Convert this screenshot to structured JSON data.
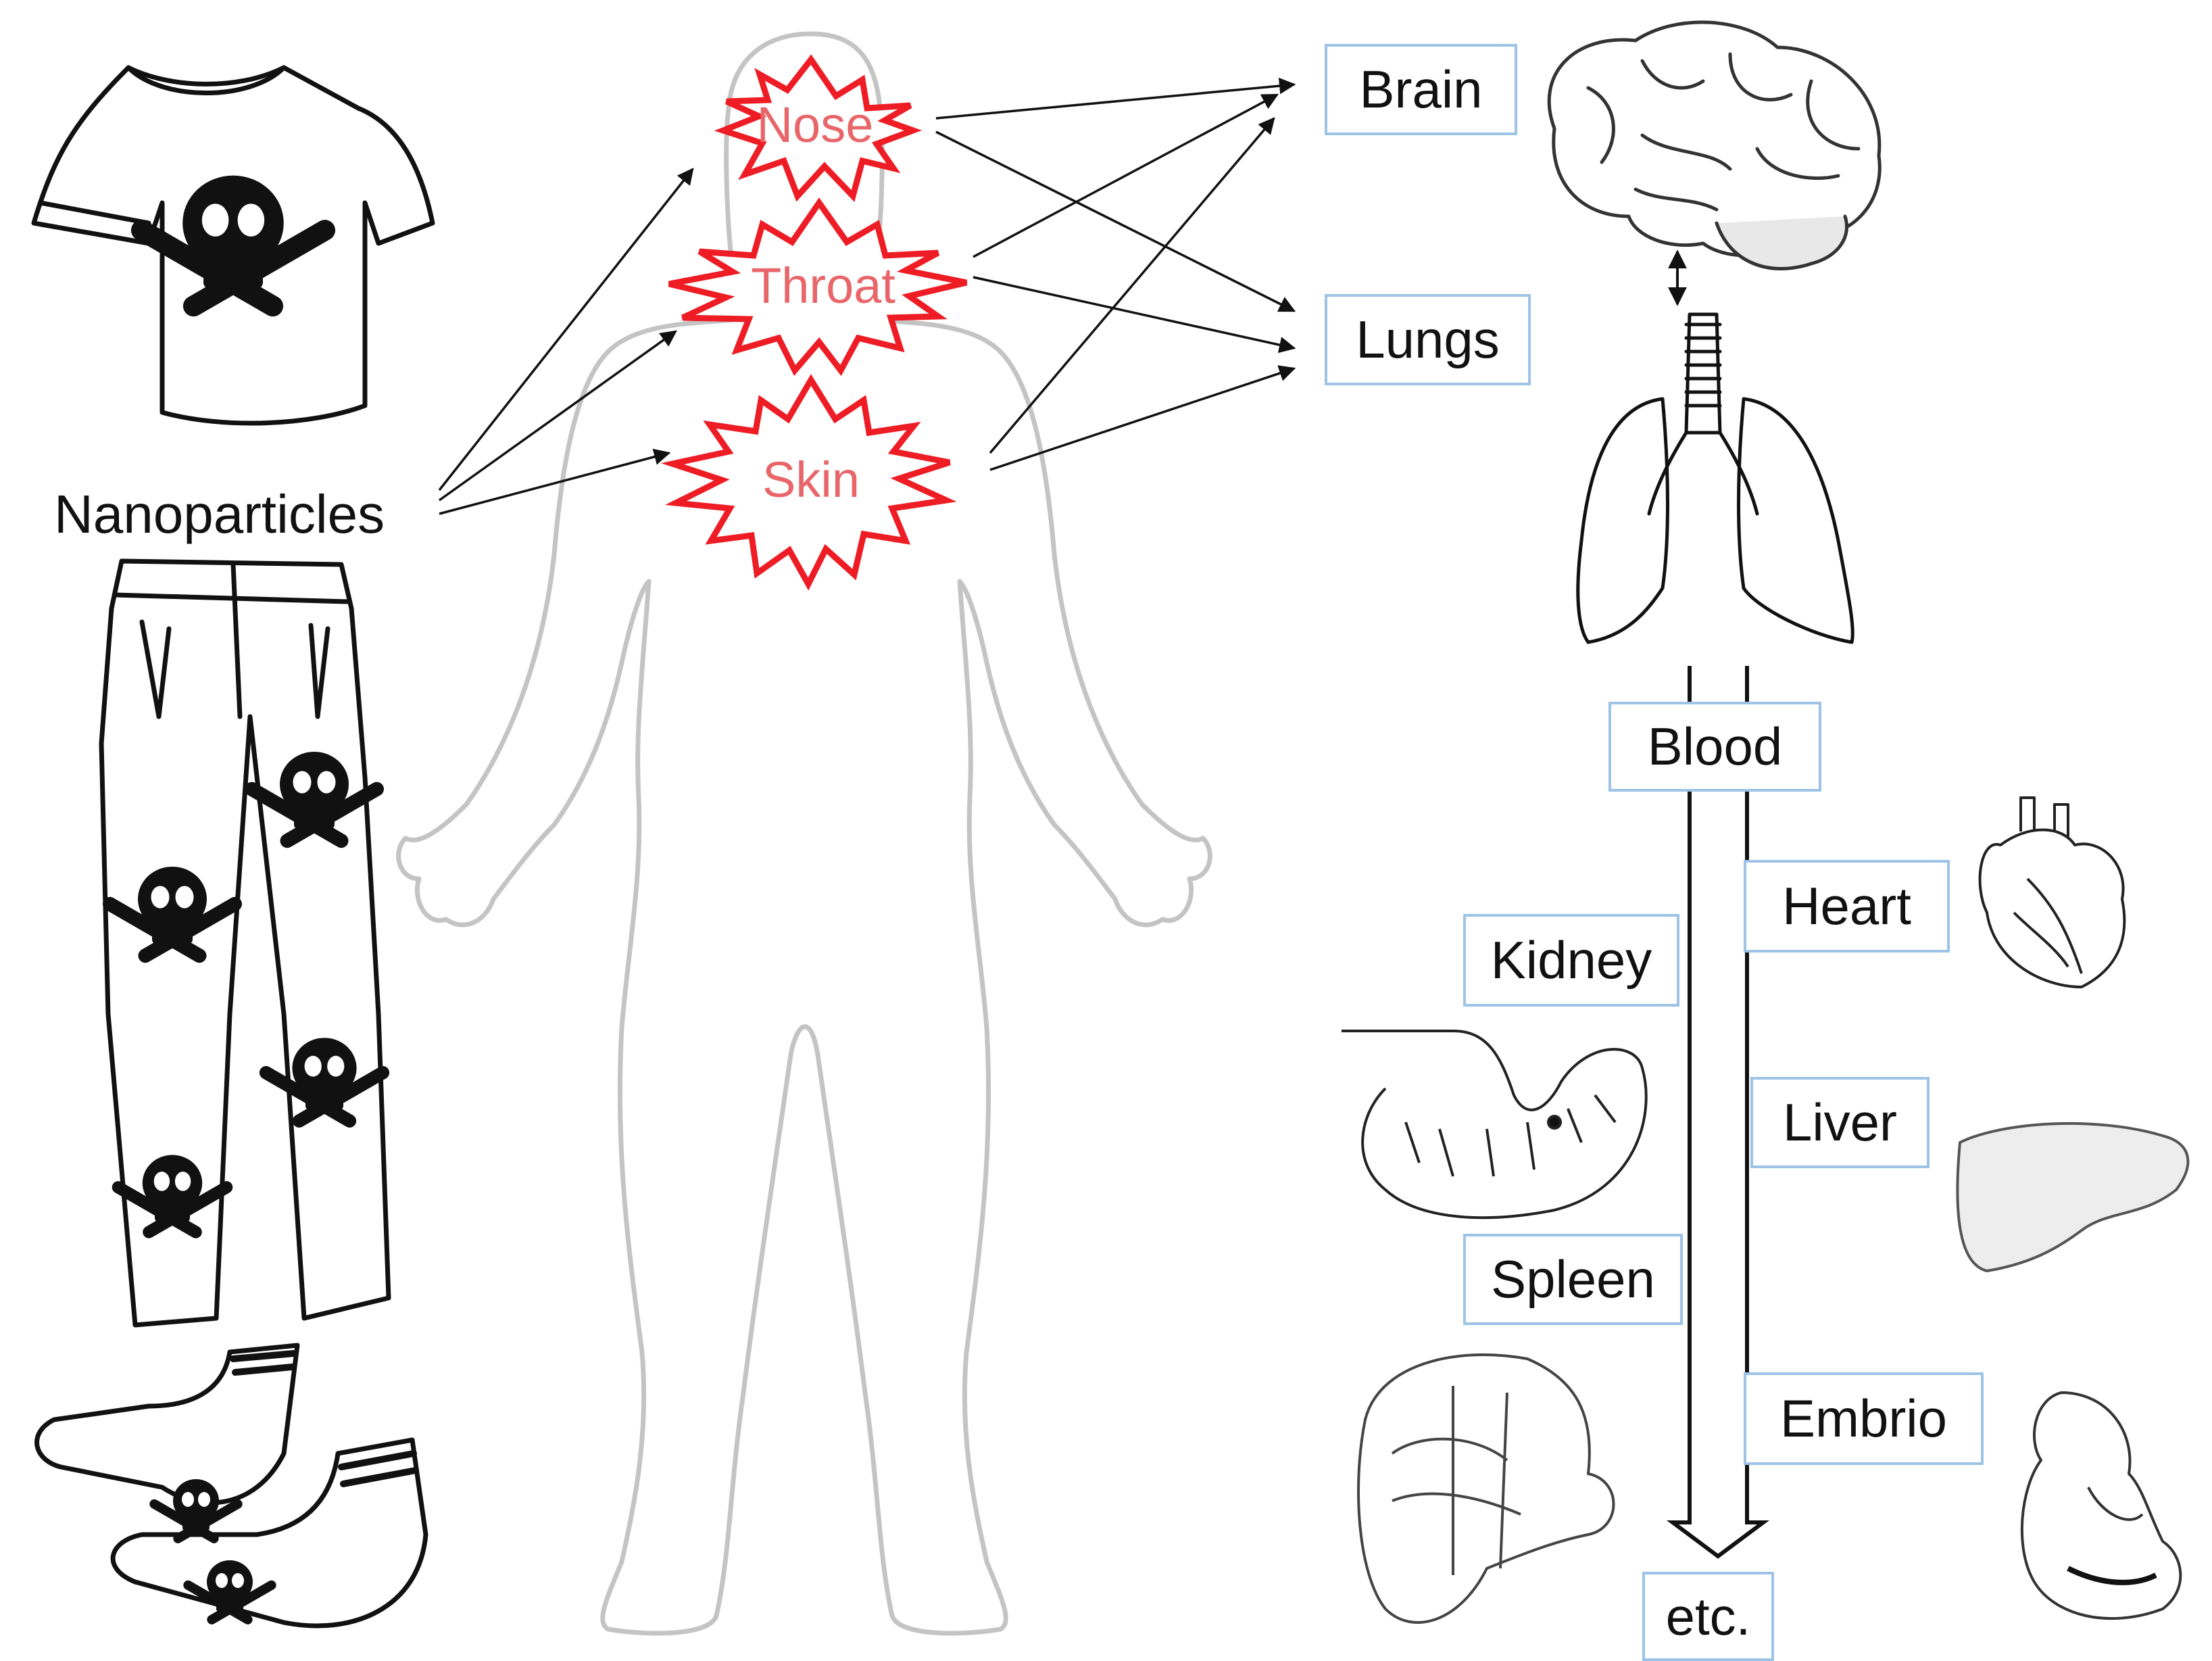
{
  "source_label": "Nanoparticles",
  "entry_sites": [
    "Nose",
    "Throat",
    "Skin"
  ],
  "primary_organs": [
    "Brain",
    "Lungs"
  ],
  "circulation": "Blood",
  "secondary_organs": [
    "Heart",
    "Kidney",
    "Liver",
    "Spleen",
    "Embrio"
  ],
  "terminal": "etc.",
  "colors": {
    "burst": "#ee1c24",
    "burst_text": "#e8666a",
    "box_border": "#9dc3e6",
    "outline": "#bdbdbd"
  }
}
